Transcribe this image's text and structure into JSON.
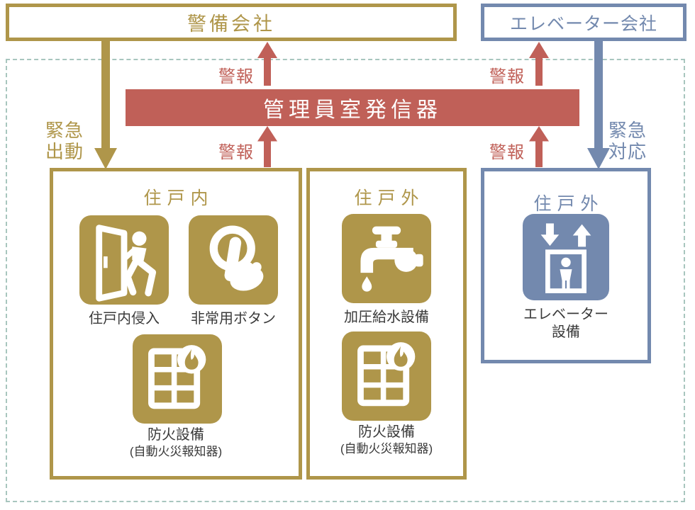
{
  "colors": {
    "gold": "#af964a",
    "blue": "#7389ae",
    "red": "#c06058",
    "dashed_border": "#a8c6be",
    "label_text": "#3a3a3a"
  },
  "external": {
    "security_company": "警備会社",
    "elevator_company": "エレベーター会社"
  },
  "transmitter": {
    "label": "管理員室発信器"
  },
  "flows": {
    "alarm": "警報",
    "dispatch": [
      "緊急",
      "出動"
    ],
    "response": [
      "緊急",
      "対応"
    ]
  },
  "groups": {
    "unit_interior": {
      "title": "住戸内",
      "intrusion": "住戸内侵入",
      "emergency_button": "非常用ボタン",
      "fire": "防火設備",
      "fire_sub": "(自動火災報知器)"
    },
    "unit_exterior": {
      "title": "住戸外",
      "water": "加圧給水設備",
      "fire": "防火設備",
      "fire_sub": "(自動火災報知器)"
    },
    "elevator_area": {
      "title": "住戸外",
      "equipment": [
        "エレベーター",
        "設備"
      ]
    }
  },
  "icons": {
    "intrusion": "door-intrusion-icon",
    "emergency_button": "press-button-icon",
    "fire": "fire-alarm-window-icon",
    "water": "faucet-icon",
    "elevator": "elevator-icon"
  }
}
